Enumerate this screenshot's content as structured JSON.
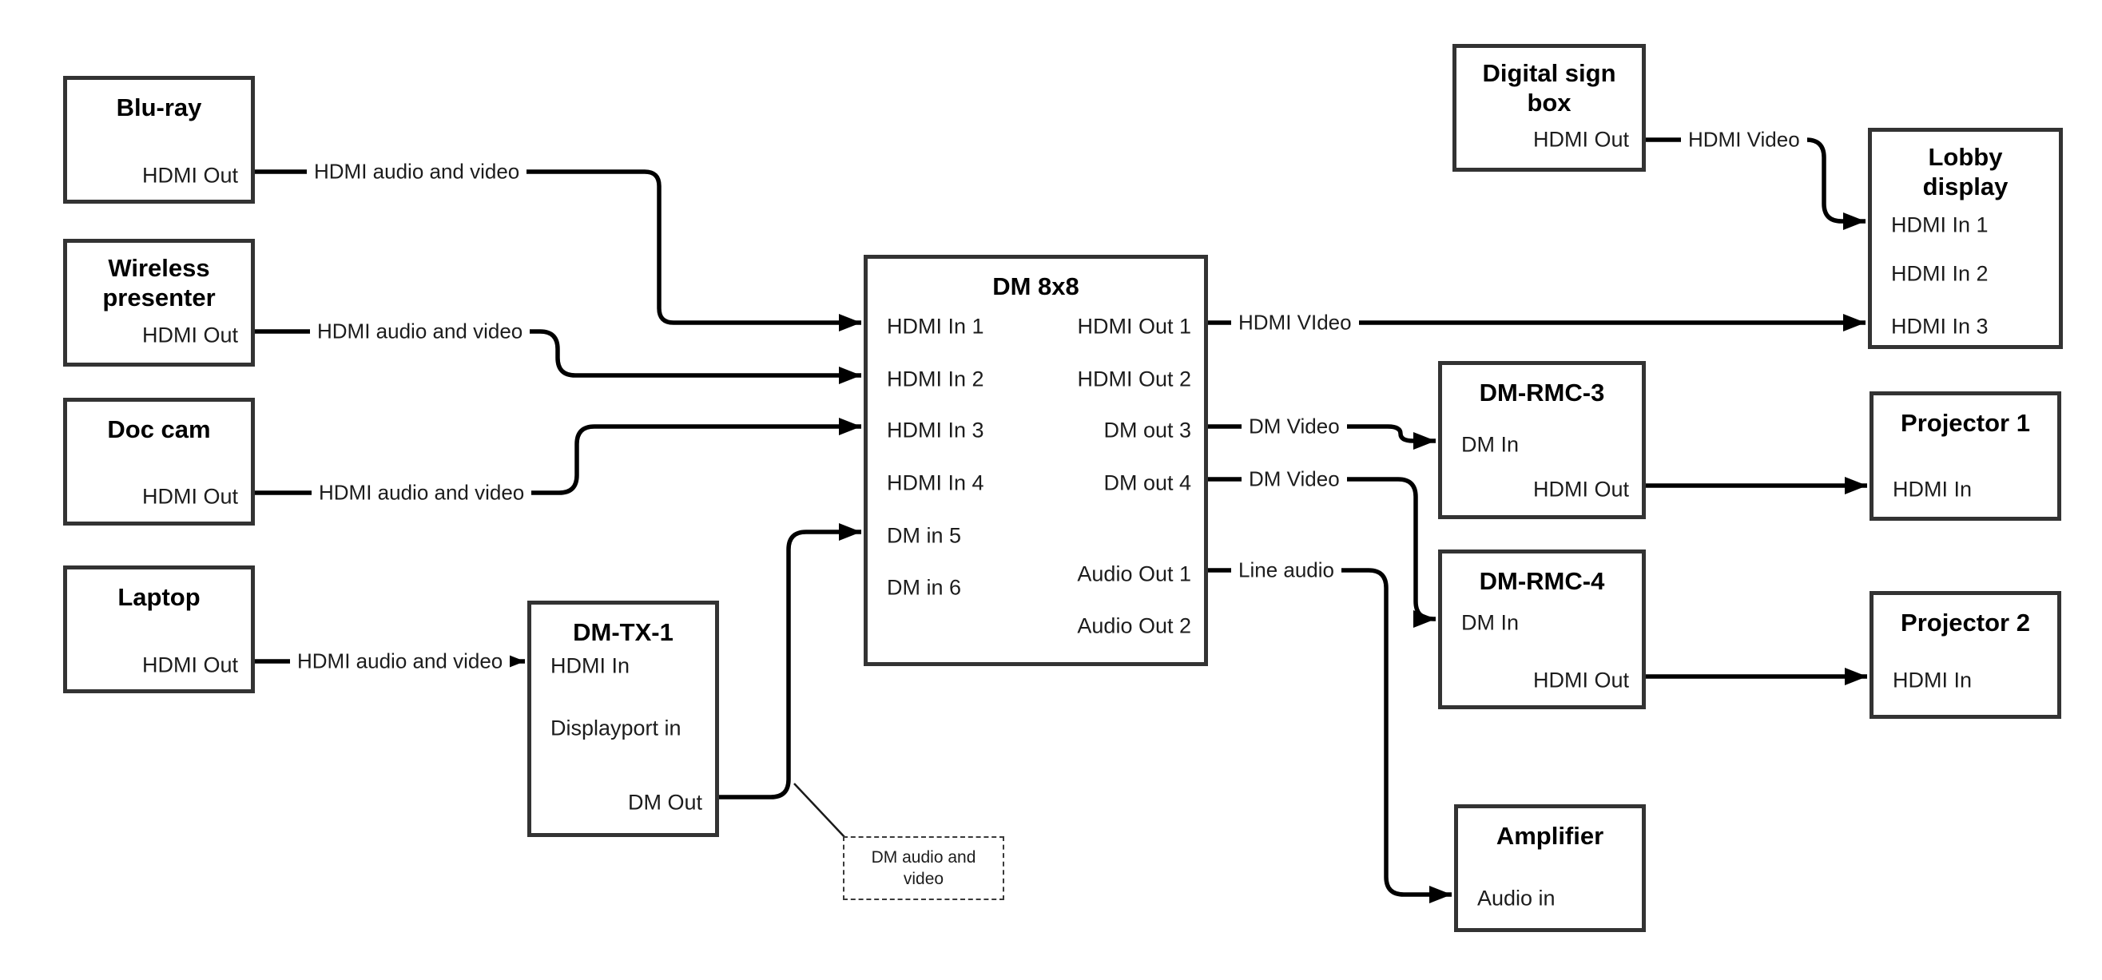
{
  "nodes": {
    "bluray": {
      "title": "Blu-ray",
      "hdmi_out": "HDMI Out"
    },
    "wireless": {
      "title": "Wireless presenter",
      "hdmi_out": "HDMI Out"
    },
    "doccam": {
      "title": "Doc cam",
      "hdmi_out": "HDMI Out"
    },
    "laptop": {
      "title": "Laptop",
      "hdmi_out": "HDMI Out"
    },
    "dmtx1": {
      "title": "DM-TX-1",
      "hdmi_in": "HDMI In",
      "displayport_in": "Displayport in",
      "dm_out": "DM Out"
    },
    "dm8x8": {
      "title": "DM 8x8",
      "in1": "HDMI In 1",
      "in2": "HDMI In 2",
      "in3": "HDMI In 3",
      "in4": "HDMI In 4",
      "in5": "DM in 5",
      "in6": "DM in 6",
      "out1": "HDMI Out 1",
      "out2": "HDMI Out 2",
      "out3": "DM out 3",
      "out4": "DM out 4",
      "aout1": "Audio Out 1",
      "aout2": "Audio Out 2"
    },
    "sign": {
      "title": "Digital sign box",
      "hdmi_out": "HDMI Out"
    },
    "lobby": {
      "title": "Lobby display",
      "in1": "HDMI In 1",
      "in2": "HDMI In 2",
      "in3": "HDMI In 3"
    },
    "rmc3": {
      "title": "DM-RMC-3",
      "dm_in": "DM In",
      "hdmi_out": "HDMI Out"
    },
    "rmc4": {
      "title": "DM-RMC-4",
      "dm_in": "DM In",
      "hdmi_out": "HDMI Out"
    },
    "proj1": {
      "title": "Projector 1",
      "hdmi_in": "HDMI In"
    },
    "proj2": {
      "title": "Projector 2",
      "hdmi_in": "HDMI In"
    },
    "amp": {
      "title": "Amplifier",
      "audio_in": "Audio in"
    }
  },
  "wire_labels": {
    "bluray_av": "HDMI audio and video",
    "wp_av": "HDMI audio and video",
    "doccam_av": "HDMI audio and video",
    "laptop_av": "HDMI audio and video",
    "out1_video": "HDMI VIdeo",
    "out3_video": "DM Video",
    "out4_video": "DM Video",
    "line_audio": "Line audio",
    "sign_video": "HDMI Video",
    "callout": "DM audio and video"
  },
  "colors": {
    "wire": "#000000",
    "box_border": "#333333",
    "background": "#ffffff"
  }
}
